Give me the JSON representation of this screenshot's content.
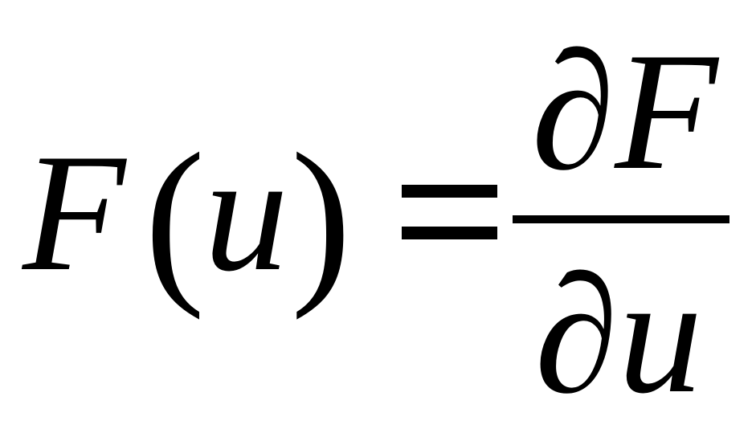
{
  "formula": {
    "lhs": {
      "function": "F",
      "open_paren": "(",
      "variable": "u",
      "close_paren": ")"
    },
    "operator": "=",
    "rhs": {
      "numerator": "∂F",
      "denominator": "∂u"
    }
  }
}
